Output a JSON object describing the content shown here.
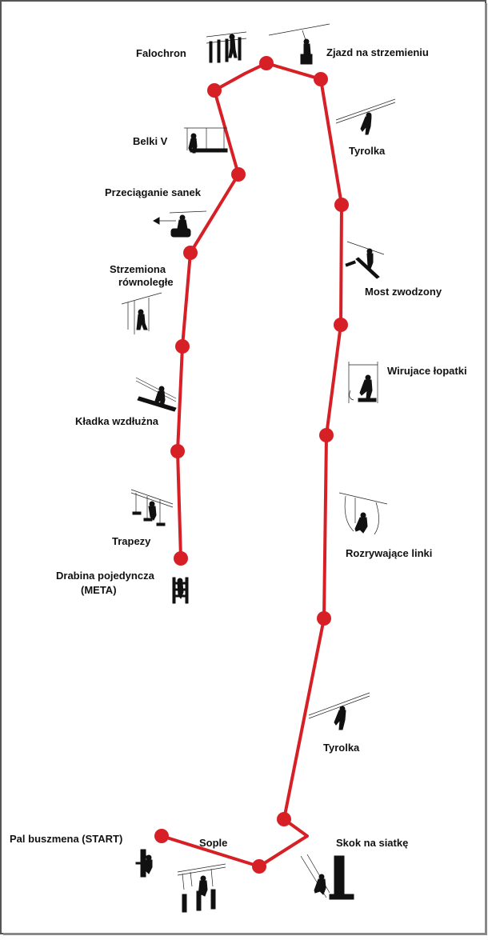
{
  "colors": {
    "route": "#d71f26",
    "node": "#d71f26",
    "label": "#111111",
    "frame": "#555555"
  },
  "stations": [
    {
      "label": "Falochron",
      "icon": "breakwater-icon"
    },
    {
      "label": "Zjazd na strzemieniu",
      "icon": "stirrup-descent-icon"
    },
    {
      "label": "Tyrolka",
      "icon": "zipline-icon"
    },
    {
      "label": "Belki V",
      "icon": "v-beams-icon"
    },
    {
      "label": "Przeciąganie sanek",
      "icon": "sled-pulling-icon"
    },
    {
      "label": "Most zwodzony",
      "icon": "drawbridge-icon"
    },
    {
      "label": "Strzemiona",
      "label2": "równoległe",
      "icon": "parallel-stirrups-icon"
    },
    {
      "label": "Wirujace łopatki",
      "icon": "spinning-paddles-icon"
    },
    {
      "label": "Kładka wzdłużna",
      "icon": "longitudinal-walkway-icon"
    },
    {
      "label": "Trapezy",
      "icon": "trapeze-icon"
    },
    {
      "label": "Rozrywające linki",
      "icon": "breaking-ropes-icon"
    },
    {
      "label": "Drabina pojedyncza",
      "label2": "(META)",
      "icon": "single-ladder-icon"
    },
    {
      "label": "Tyrolka",
      "icon": "zipline-icon"
    },
    {
      "label": "Pal buszmena (START)",
      "icon": "bushman-pole-icon"
    },
    {
      "label": "Sople",
      "icon": "icicles-icon"
    },
    {
      "label": "Skok na siatkę",
      "icon": "net-jump-icon"
    }
  ]
}
